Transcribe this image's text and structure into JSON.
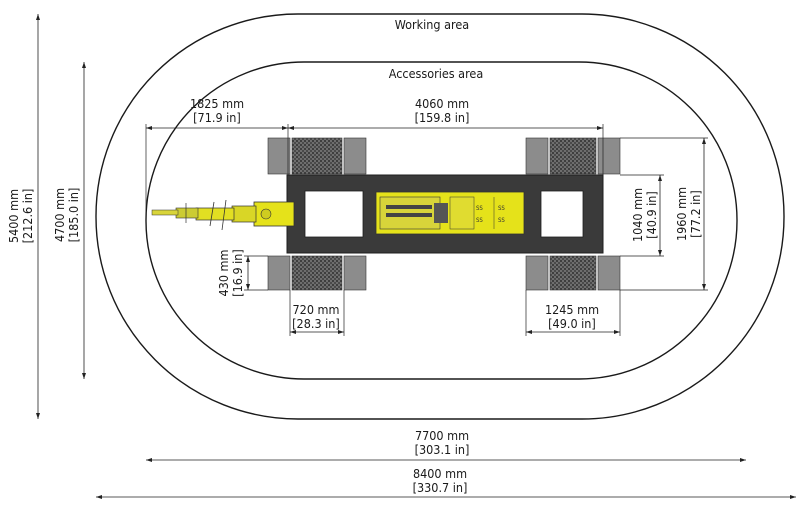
{
  "diagram": {
    "areas": {
      "working": "Working area",
      "accessories": "Accessories area"
    },
    "dimensions": {
      "d1825": {
        "mm": "1825 mm",
        "in": "[71.9 in]"
      },
      "d4060": {
        "mm": "4060 mm",
        "in": "[159.8 in]"
      },
      "d720": {
        "mm": "720 mm",
        "in": "[28.3 in]"
      },
      "d1245": {
        "mm": "1245 mm",
        "in": "[49.0 in]"
      },
      "d430": {
        "mm": "430 mm",
        "in": "[16.9 in]"
      },
      "d1040": {
        "mm": "1040 mm",
        "in": "[40.9 in]"
      },
      "d1960": {
        "mm": "1960 mm",
        "in": "[77.2 in]"
      },
      "d4700": {
        "mm": "4700 mm",
        "in": "[185.0 in]"
      },
      "d5400": {
        "mm": "5400 mm",
        "in": "[212.6 in]"
      },
      "d7700": {
        "mm": "7700 mm",
        "in": "[303.1 in]"
      },
      "d8400": {
        "mm": "8400 mm",
        "in": "[330.7 in]"
      }
    },
    "colors": {
      "area_fill": "#ffffff",
      "area_stroke": "#1a1a1a",
      "chassis": "#3a3a3a",
      "chassis_dark": "#1f1f1f",
      "machine_yellow": "#e5e21a",
      "machine_dark": "#5a5a2a",
      "outrigger": "#8c8c8c",
      "outrigger_pad": "#555555"
    },
    "icons": [
      "rig-top-view",
      "boom-icon",
      "outrigger-pad-icon"
    ]
  }
}
